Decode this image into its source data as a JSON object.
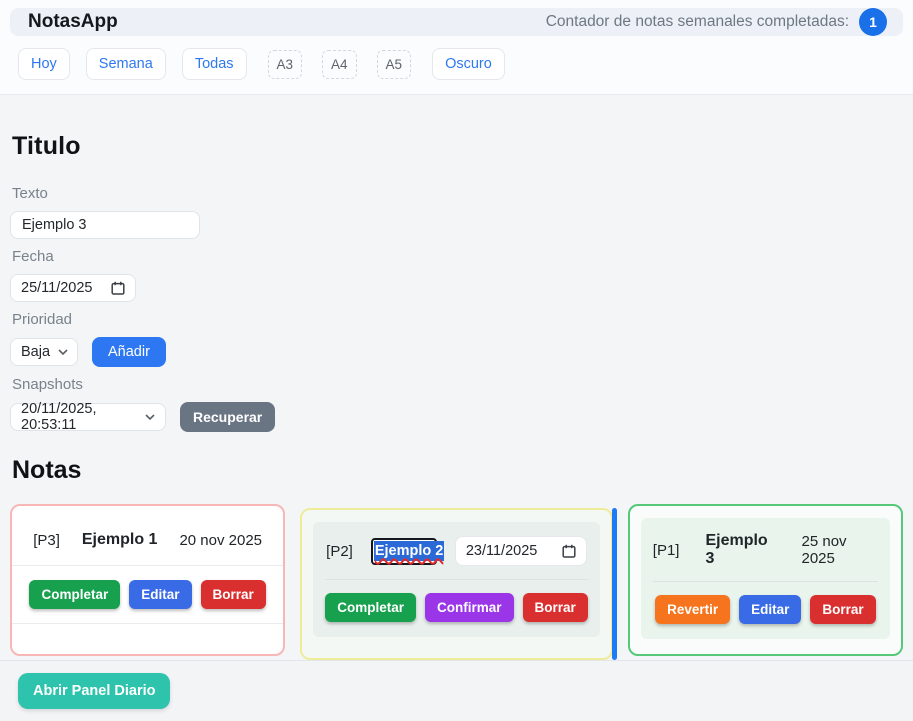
{
  "header": {
    "app_title": "NotasApp",
    "counter_label": "Contador de notas semanales completadas:",
    "counter_value": "1"
  },
  "filters": {
    "hoy": "Hoy",
    "semana": "Semana",
    "todas": "Todas",
    "a3": "A3",
    "a4": "A4",
    "a5": "A5",
    "oscuro": "Oscuro"
  },
  "form": {
    "section_title": "Titulo",
    "texto_label": "Texto",
    "texto_value": "Ejemplo 3",
    "fecha_label": "Fecha",
    "fecha_value": "25/11/2025",
    "prioridad_label": "Prioridad",
    "prioridad_value": "Baja",
    "anadir_label": "Añadir",
    "snapshots_label": "Snapshots",
    "snapshot_value": "20/11/2025, 20:53:11",
    "recuperar_label": "Recuperar"
  },
  "notes": {
    "section_title": "Notas",
    "cards": [
      {
        "priority": "[P3]",
        "title": "Ejemplo 1",
        "date": "20 nov 2025",
        "complete_label": "Completar",
        "edit_label": "Editar",
        "delete_label": "Borrar"
      },
      {
        "priority": "[P2]",
        "edit_text_value": "Ejemplo 2",
        "edit_date_value": "23/11/2025",
        "complete_label": "Completar",
        "confirm_label": "Confirmar",
        "delete_label": "Borrar"
      },
      {
        "priority": "[P1]",
        "title": "Ejemplo 3",
        "date": "25 nov 2025",
        "revert_label": "Revertir",
        "edit_label": "Editar",
        "delete_label": "Borrar"
      }
    ]
  },
  "footer": {
    "open_panel_label": "Abrir Panel Diario"
  },
  "colors": {
    "accent_blue": "#2d78f2",
    "badge_blue": "#1a70e8",
    "edit_bar_blue": "#1e7bf8",
    "green": "#17a04e",
    "red": "#da2f2f",
    "edit_blue": "#3a6be6",
    "purple": "#9a35e8",
    "orange": "#f5741d",
    "slate": "#6a7584",
    "teal": "#2dc3ac",
    "card_border_p3": "#f7b7b7",
    "card_border_p2": "#eeeb99",
    "card_border_p1": "#55c87a",
    "selection_blue": "#2a69d6"
  }
}
